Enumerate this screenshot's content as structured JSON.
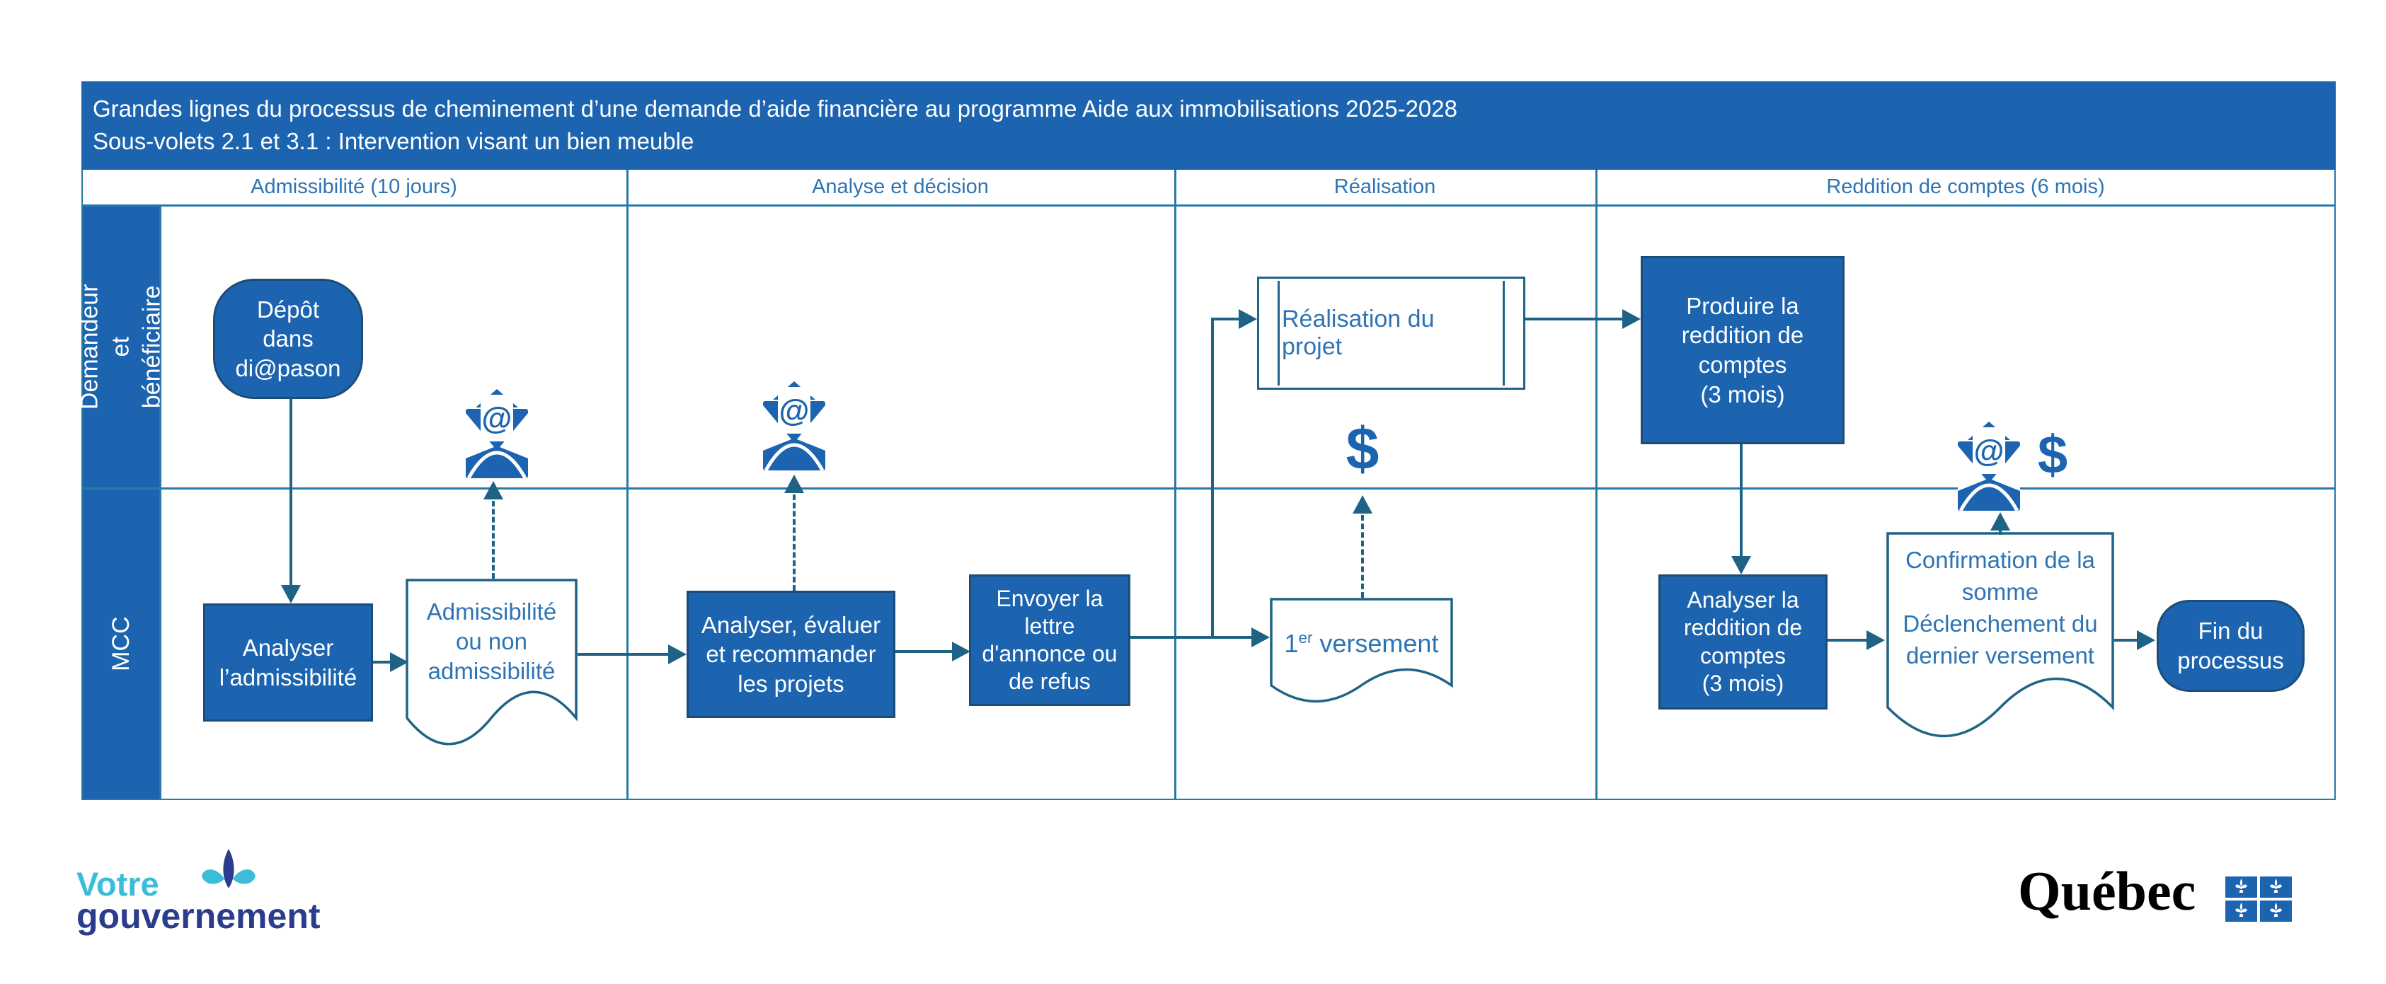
{
  "title": {
    "line1": "Grandes lignes du processus de cheminement d’une demande d’aide financière au programme Aide aux immobilisations 2025-2028",
    "line2": "Sous-volets 2.1 et 3.1 : Intervention visant un bien meuble"
  },
  "columns": [
    "Admissibilité (10 jours)",
    "Analyse et décision",
    "Réalisation",
    "Reddition de comptes (6 mois)"
  ],
  "lanes": [
    "Demandeur et\nbénéficiaire",
    "MCC"
  ],
  "nodes": {
    "depot": "Dépôt\ndans\ndi@pason",
    "analyser_admissibilite": "Analyser\nl’admissibilité",
    "doc_admissibilite": "Admissibilité\nou non\nadmissibilité",
    "analyser_evaluer": "Analyser, évaluer\net recommander\nles projets",
    "envoyer_lettre": "Envoyer la\nlettre\nd'annonce ou\nde refus",
    "realisation_projet": "Réalisation du projet",
    "premier_versement": {
      "num": "1",
      "sup": "er",
      "rest": " versement"
    },
    "produire_reddition": "Produire la\nreddition de\ncomptes\n(3 mois)",
    "analyser_reddition": "Analyser la\nreddition de\ncomptes\n(3 mois)",
    "doc_confirmation": "Confirmation de la\nsomme\nDéclenchement du\ndernier versement",
    "fin": "Fin du\nprocessus"
  },
  "icons": {
    "at": "@",
    "dollar": "$"
  },
  "logos": {
    "votre": "Votre",
    "gouvernement": "gouvernement",
    "quebec": "Québec"
  },
  "colors": {
    "brand_blue": "#1c64b0",
    "grid_teal": "#2878a8",
    "connector": "#1e6286",
    "doc_text": "#2e74b5",
    "votre_cyan": "#3bbcd9",
    "gouvernement_navy": "#2b3c8c",
    "quebec_black": "#000000"
  }
}
